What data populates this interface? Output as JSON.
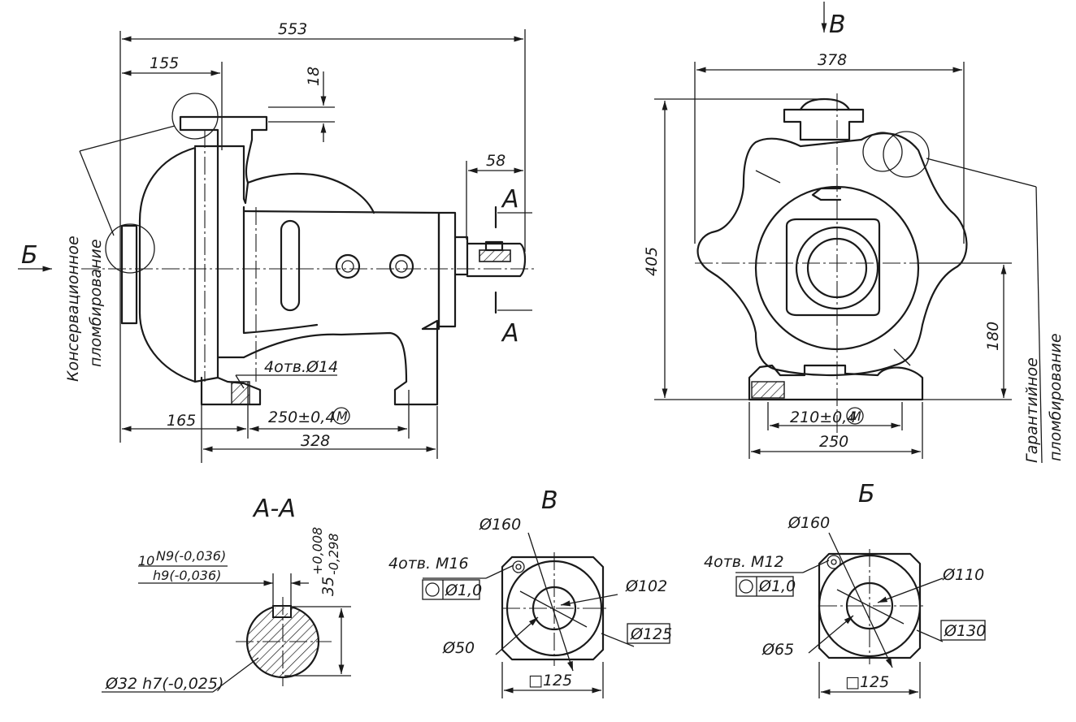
{
  "front_view": {
    "dim_553": "553",
    "dim_155": "155",
    "dim_18": "18",
    "dim_58": "58",
    "section_mark_a": "A",
    "view_mark_b": "Б",
    "dim_holes": "4отв.Ø14",
    "dim_165": "165",
    "dim_250": "250±0,4",
    "dim_250_mod": "M",
    "dim_328": "328",
    "note_left": [
      "Консервационное",
      "пломбирование"
    ]
  },
  "side_view": {
    "view_mark_v": "В",
    "dim_378": "378",
    "dim_405": "405",
    "dim_180": "180",
    "dim_210": "210±0,4",
    "dim_210_mod": "M",
    "dim_250": "250",
    "note_right": [
      "Гарантийное",
      "пломбирование"
    ]
  },
  "section_aa": {
    "title": "А-А",
    "fit_prefix": "10",
    "fit_n9": "N9(-0,036)",
    "fit_h9": "h9(-0,036)",
    "dim_35": "35",
    "dim_35_upper": "+0,008",
    "dim_35_lower": "-0,298",
    "dim_shaft": "Ø32 h7(-0,025)"
  },
  "view_v": {
    "title": "В",
    "dim_160": "Ø160",
    "holes": "4отв. M16",
    "tolerance": "Ø1,0",
    "dim_102": "Ø102",
    "dim_125_box": "Ø125",
    "dim_50": "Ø50",
    "dim_sq": "□125"
  },
  "view_b": {
    "title": "Б",
    "dim_160": "Ø160",
    "holes": "4отв. M12",
    "tolerance": "Ø1,0",
    "dim_110": "Ø110",
    "dim_130_box": "Ø130",
    "dim_65": "Ø65",
    "dim_sq": "□125"
  }
}
